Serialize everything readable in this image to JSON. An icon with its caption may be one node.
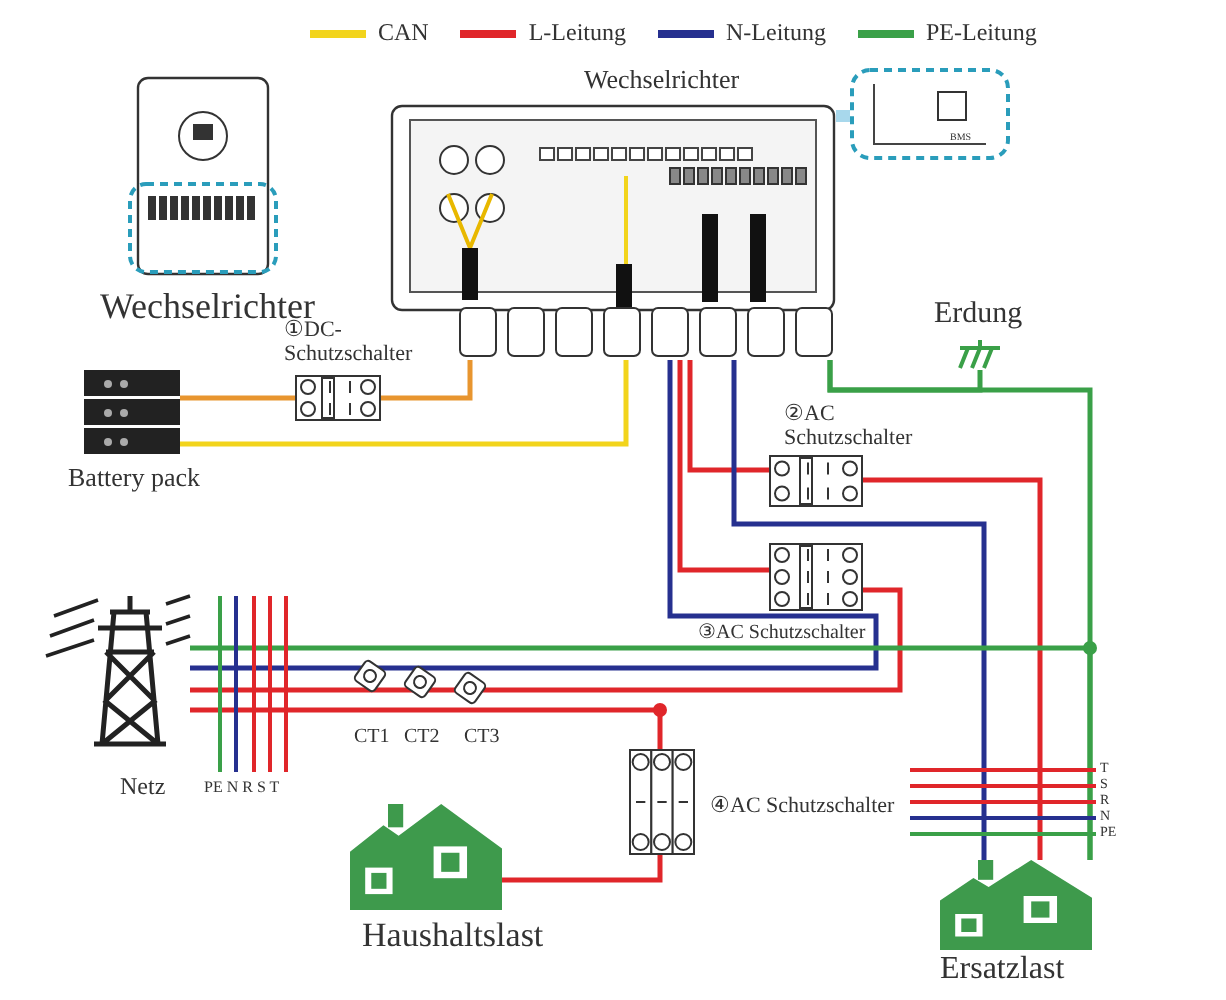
{
  "diagram": {
    "nodes": [
      {
        "text": [
          "Wechselrichter"
        ]
      },
      {
        "text": [
          "Wechselrichter"
        ]
      },
      {
        "text": [
          "BMS"
        ]
      },
      {
        "text": [
          "Battery pack"
        ]
      },
      {
        "text": [
          "①DC-Schutzschalter"
        ]
      },
      {
        "text": [
          "Erdung"
        ]
      },
      {
        "text": [
          "②AC Schutzschalter"
        ]
      },
      {
        "text": [
          "③AC Schutzschalter"
        ]
      },
      {
        "text": [
          "Netz"
        ]
      },
      {
        "text": [
          "④AC Schutzschalter"
        ]
      },
      {
        "text": [
          "Haushaltslast"
        ]
      },
      {
        "text": [
          "Ersatzlast"
        ]
      }
    ],
    "edges": [
      {
        "from": 3,
        "to": 4,
        "arrow": "none",
        "color": "#e8952f"
      },
      {
        "from": 4,
        "to": 1,
        "arrow": "none",
        "color": "#e8952f"
      },
      {
        "from": 3,
        "to": 1,
        "arrow": "none",
        "color": "#f2d41c"
      },
      {
        "from": 1,
        "to": 6,
        "arrow": "none"
      },
      {
        "from": 1,
        "to": 7,
        "arrow": "none"
      },
      {
        "from": 6,
        "to": 11,
        "arrow": "none"
      },
      {
        "from": 8,
        "to": 7,
        "arrow": "none"
      },
      {
        "from": 8,
        "to": 1,
        "arrow": "none",
        "color": "#26308f"
      },
      {
        "from": 1,
        "to": 11,
        "arrow": "none",
        "color": "#26308f"
      },
      {
        "from": 1,
        "to": 5,
        "arrow": "none",
        "color": "#3aa048"
      },
      {
        "from": 8,
        "to": 11,
        "arrow": "none",
        "color": "#3aa048"
      },
      {
        "from": 1,
        "to": 11,
        "arrow": "none",
        "color": "#3aa048"
      },
      {
        "from": 8,
        "to": 9,
        "arrow": "none"
      },
      {
        "from": 9,
        "to": 10,
        "arrow": "none"
      },
      {
        "from": 1,
        "to": 2,
        "arrow": "none",
        "color": "#a8d8ec",
        "style": "thick"
      }
    ],
    "labels": [
      "CT1",
      "CT2",
      "CT3",
      "PE N R S T",
      "T",
      "S",
      "R",
      "N",
      "PE"
    ],
    "legend": [
      {
        "text": "CAN",
        "color": "#f2d41c"
      },
      {
        "text": "L-Leitung",
        "color": "#e0262a"
      },
      {
        "text": "N-Leitung",
        "color": "#26308f"
      },
      {
        "text": "PE-Leitung",
        "color": "#3aa048"
      }
    ]
  }
}
